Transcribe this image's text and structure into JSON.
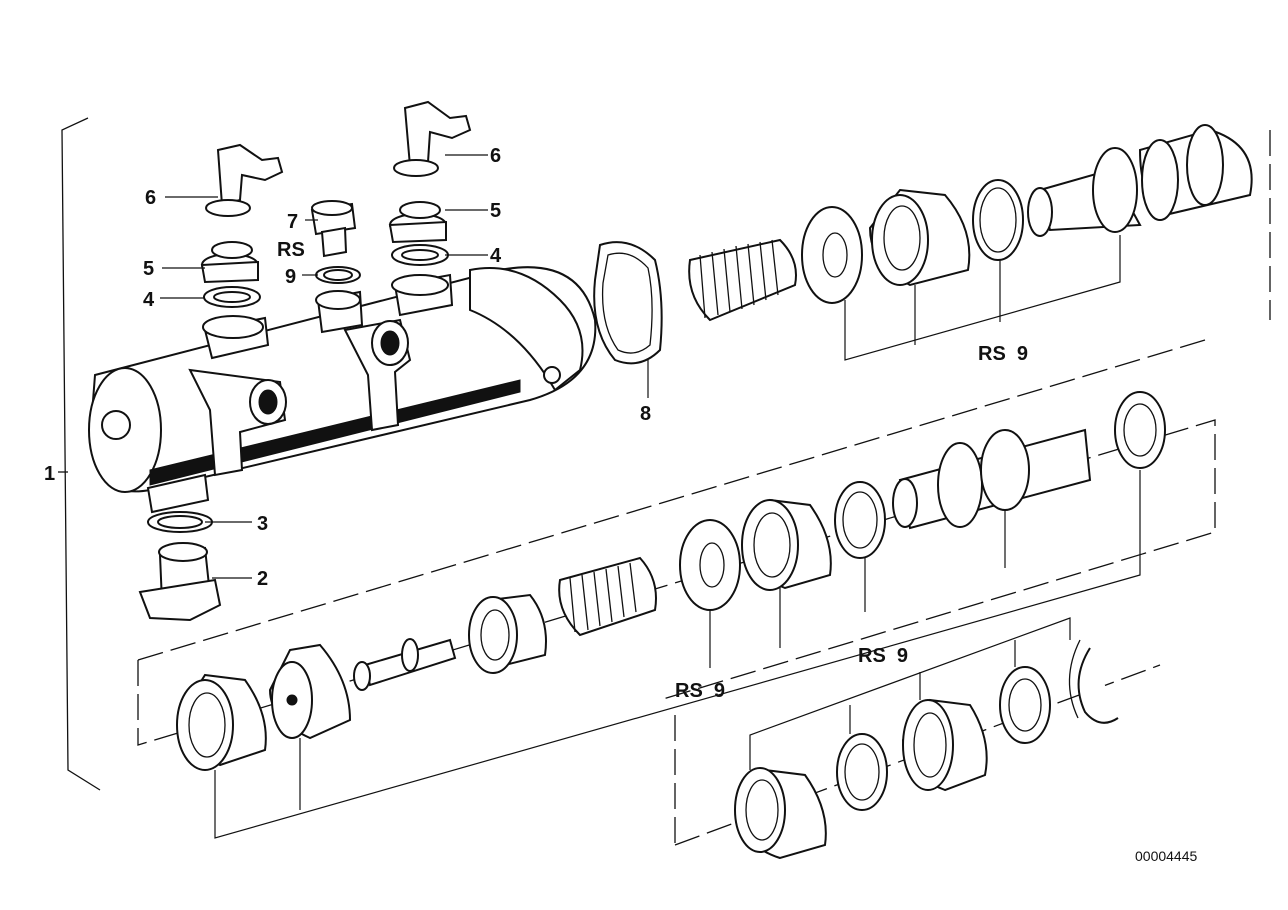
{
  "diagram": {
    "reference_number": "00004445",
    "labels": {
      "assembly": "1",
      "plug": "2",
      "seal_ring_lower": "3",
      "washer_left": "4",
      "grommet_left": "5",
      "elbow_left": "6",
      "screw_plug": "7",
      "rs_upper": "RS",
      "ring_9": "9",
      "washer_right": "4",
      "grommet_right": "5",
      "elbow_right": "6",
      "gasket": "8",
      "repair_set_top": "RS  9",
      "repair_set_middle": "RS  9",
      "repair_set_right": "RS  9"
    }
  }
}
